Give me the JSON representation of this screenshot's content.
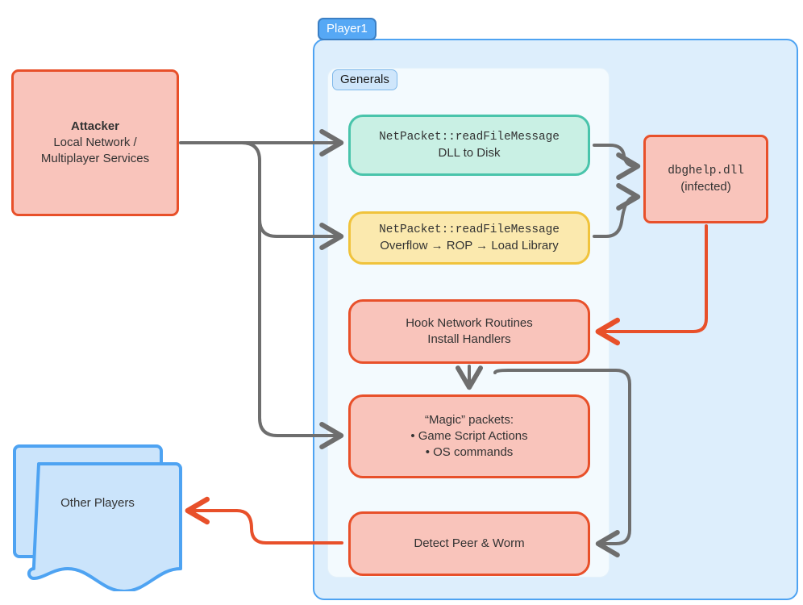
{
  "diagram": {
    "title": "Player1 game exploitation flow",
    "colors": {
      "red_border": "#e8502a",
      "red_fill": "#f9c4bb",
      "blue_border": "#4ea3f2",
      "blue_fill": "#ddeefc",
      "green_border": "#49c4ab",
      "green_fill": "#c9f0e4",
      "yellow_border": "#f0c33c",
      "yellow_fill": "#fbe9ae",
      "gray_edge": "#6e6e6e",
      "red_edge": "#e8502a",
      "panel_fill": "#f3fafe",
      "doc_fill": "#cbe4fb",
      "doc_border": "#4ea3f2"
    }
  },
  "containers": {
    "player": {
      "label": "Player1"
    },
    "generals": {
      "label": "Generals"
    }
  },
  "nodes": {
    "attacker": {
      "title": "Attacker",
      "line2": "Local Network /",
      "line3": "Multiplayer Services"
    },
    "other_players": {
      "label": "Other Players"
    },
    "read_file_message_dll": {
      "line1": "NetPacket::readFileMessage",
      "line2": "DLL to Disk"
    },
    "read_file_message_overflow": {
      "line1": "NetPacket::readFileMessage",
      "line2": "Overflow → ROP → Load Library"
    },
    "dbghelp": {
      "line1": "dbghelp.dll",
      "line2": "(infected)"
    },
    "hook": {
      "line1": "Hook Network Routines",
      "line2": "Install Handlers"
    },
    "magic_packets": {
      "line1": "“Magic” packets:",
      "line2": "• Game Script Actions",
      "line3": "• OS commands"
    },
    "detect_peer": {
      "label": "Detect Peer & Worm"
    }
  },
  "edges": [
    {
      "name": "attacker-to-readfile-dll",
      "from": "attacker",
      "to": "read_file_message_dll",
      "color": "#6e6e6e"
    },
    {
      "name": "attacker-to-overflow",
      "from": "attacker",
      "to": "read_file_message_overflow",
      "color": "#6e6e6e"
    },
    {
      "name": "attacker-to-magic-packets",
      "from": "attacker",
      "to": "magic_packets",
      "color": "#6e6e6e"
    },
    {
      "name": "readfile-dll-to-dbghelp",
      "from": "read_file_message_dll",
      "to": "dbghelp",
      "color": "#6e6e6e"
    },
    {
      "name": "overflow-to-dbghelp",
      "from": "read_file_message_overflow",
      "to": "dbghelp",
      "color": "#6e6e6e"
    },
    {
      "name": "dbghelp-to-hook",
      "from": "dbghelp",
      "to": "hook",
      "color": "#e8502a"
    },
    {
      "name": "hook-to-magic-packets",
      "from": "hook",
      "to": "magic_packets",
      "color": "#6e6e6e"
    },
    {
      "name": "hook-to-detect-peer",
      "from": "hook",
      "to": "detect_peer",
      "color": "#6e6e6e"
    },
    {
      "name": "detect-peer-to-other-players",
      "from": "detect_peer",
      "to": "other_players",
      "color": "#e8502a"
    }
  ]
}
